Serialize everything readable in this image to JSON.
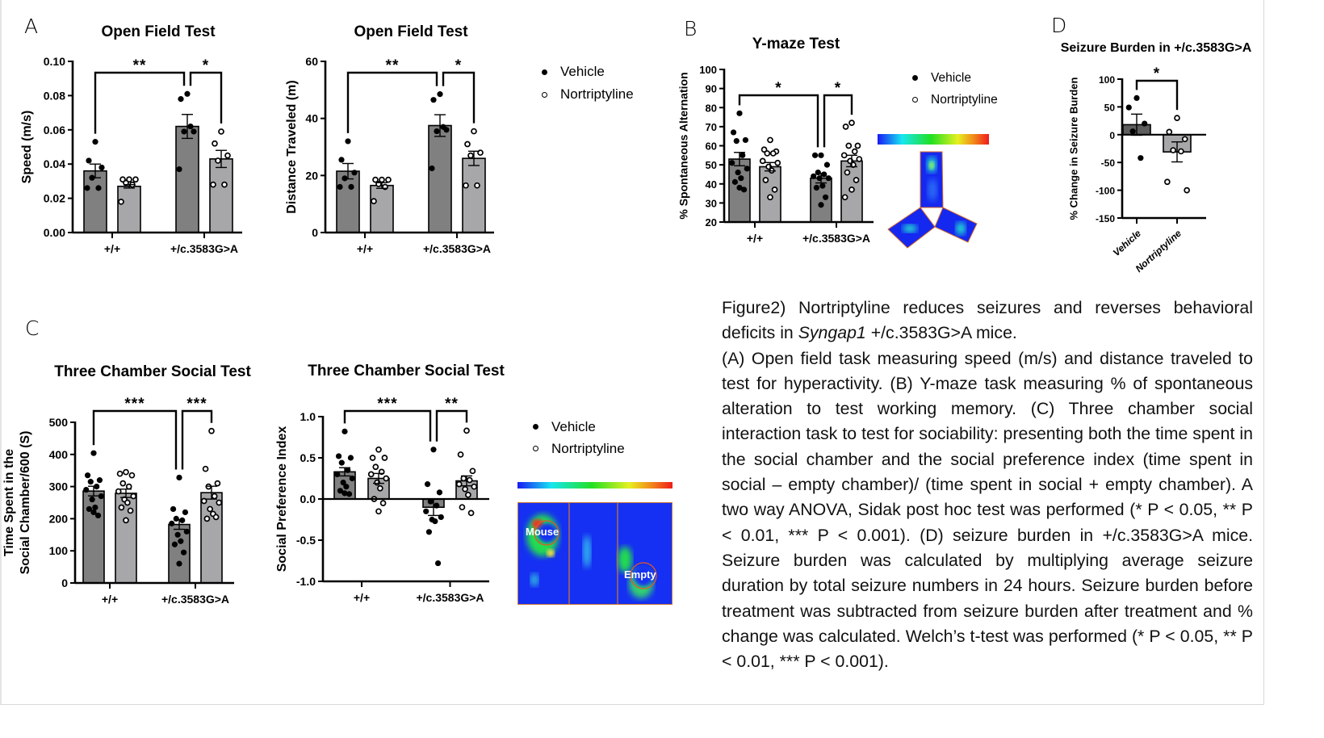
{
  "panels": {
    "a": "A",
    "b": "B",
    "c": "C",
    "d": "D"
  },
  "legend": {
    "vehicle": "Vehicle",
    "nortriptyline": "Nortriptyline"
  },
  "heatmap": {
    "social_label": "Mouse",
    "empty_label": "Empty"
  },
  "caption": {
    "title_pre": "Figure2) Nortriptyline reduces seizures and reverses behavioral deficits in ",
    "title_italic": "Syngap1",
    "title_post": " +/c.3583G>A mice.",
    "body": "(A) Open field task measuring speed (m/s) and distance traveled to test for hyperactivity. (B) Y-maze task measuring % of spontaneous alteration to test working memory. (C) Three chamber social interaction task to test for sociability: presenting both the time spent in the social chamber and the social preference index (time spent in social – empty chamber)/ (time spent in social + empty chamber). A two way ANOVA, Sidak post hoc test was performed (* P < 0.05, ** P < 0.01, *** P < 0.001). (D) seizure burden in +/c.3583G>A mice. Seizure burden was calculated by multiplying average seizure duration by total seizure numbers in 24 hours. Seizure burden before treatment was subtracted from seizure burden after treatment and % change was calculated. Welch’s t-test was performed (* P < 0.05, ** P < 0.01, *** P < 0.001)."
  },
  "colors": {
    "vehicle_bar": "#808080",
    "nortriptyline_bar": "#a7a7aa",
    "vehicle_bar_d": "#5e5e5e"
  },
  "chart_data": [
    {
      "id": "speed",
      "type": "bar",
      "title": "Open Field Test",
      "ylabel": [
        "Speed (m/s)"
      ],
      "ylim": [
        0,
        0.1
      ],
      "yticks": [
        "0.00",
        "0.02",
        "0.04",
        "0.06",
        "0.08",
        "0.10"
      ],
      "ytick_values": [
        0,
        0.02,
        0.04,
        0.06,
        0.08,
        0.1
      ],
      "groups": [
        "+/+",
        "+/c.3583G>A"
      ],
      "bars": [
        {
          "group": 0,
          "treatment": "Vehicle",
          "mean": 0.036,
          "sem": 0.004,
          "points": [
            0.053,
            0.042,
            0.038,
            0.032,
            0.026,
            0.026
          ]
        },
        {
          "group": 0,
          "treatment": "Nortriptyline",
          "mean": 0.027,
          "sem": 0.001,
          "points": [
            0.031,
            0.031,
            0.031,
            0.029,
            0.028,
            0.018
          ]
        },
        {
          "group": 1,
          "treatment": "Vehicle",
          "mean": 0.062,
          "sem": 0.007,
          "points": [
            0.081,
            0.078,
            0.059,
            0.059,
            0.062,
            0.037
          ]
        },
        {
          "group": 1,
          "treatment": "Nortriptyline",
          "mean": 0.043,
          "sem": 0.005,
          "points": [
            0.059,
            0.052,
            0.045,
            0.042,
            0.028,
            0.028
          ]
        }
      ],
      "significance": [
        {
          "from": 0,
          "to": 2,
          "label": "**"
        },
        {
          "from": 2,
          "to": 3,
          "label": "*"
        }
      ]
    },
    {
      "id": "distance",
      "type": "bar",
      "title": "Open Field Test",
      "ylabel": [
        "Distance Traveled (m)"
      ],
      "ylim": [
        0,
        60
      ],
      "yticks": [
        "0",
        "20",
        "40",
        "60"
      ],
      "ytick_values": [
        0,
        20,
        40,
        60
      ],
      "groups": [
        "+/+",
        "+/c.3583G>A"
      ],
      "bars": [
        {
          "group": 0,
          "treatment": "Vehicle",
          "mean": 21.5,
          "sem": 2.7,
          "points": [
            32,
            25.5,
            21,
            19,
            16,
            16
          ]
        },
        {
          "group": 0,
          "treatment": "Nortriptyline",
          "mean": 16.5,
          "sem": 1,
          "points": [
            18.5,
            18.5,
            18.5,
            17,
            16,
            11
          ]
        },
        {
          "group": 1,
          "treatment": "Vehicle",
          "mean": 37.5,
          "sem": 3.8,
          "points": [
            48.5,
            46.5,
            36,
            35.5,
            37,
            22.5
          ]
        },
        {
          "group": 1,
          "treatment": "Nortriptyline",
          "mean": 26,
          "sem": 2.5,
          "points": [
            35.5,
            31,
            28,
            27,
            16.5,
            16.5
          ]
        }
      ],
      "significance": [
        {
          "from": 0,
          "to": 2,
          "label": "**"
        },
        {
          "from": 2,
          "to": 3,
          "label": "*"
        }
      ]
    },
    {
      "id": "ymaze",
      "type": "bar",
      "title": "Y-maze Test",
      "ylabel": [
        "% Spontaneous Alternation"
      ],
      "ylim": [
        20,
        100
      ],
      "yticks": [
        "20",
        "30",
        "40",
        "50",
        "60",
        "70",
        "80",
        "90",
        "100"
      ],
      "ytick_values": [
        20,
        30,
        40,
        50,
        60,
        70,
        80,
        90,
        100
      ],
      "groups": [
        "+/+",
        "+/c.3583G>A"
      ],
      "bars": [
        {
          "group": 0,
          "treatment": "Vehicle",
          "mean": 53,
          "sem": 3.5,
          "points": [
            77,
            67,
            63,
            62.5,
            55,
            51,
            48,
            46,
            43,
            41,
            37,
            38
          ]
        },
        {
          "group": 0,
          "treatment": "Nortriptyline",
          "mean": 49,
          "sem": 2.2,
          "points": [
            63,
            58,
            57,
            56,
            56,
            52,
            51,
            49,
            47,
            42,
            37,
            33
          ]
        },
        {
          "group": 1,
          "treatment": "Vehicle",
          "mean": 43,
          "sem": 2.5,
          "points": [
            55,
            55,
            50,
            46,
            45,
            44,
            43,
            43,
            39,
            38,
            33,
            29
          ]
        },
        {
          "group": 1,
          "treatment": "Nortriptyline",
          "mean": 52,
          "sem": 3,
          "points": [
            72,
            70,
            60,
            60,
            57,
            55,
            53,
            52,
            50,
            46,
            42,
            37,
            33
          ]
        }
      ],
      "significance": [
        {
          "from": 0,
          "to": 2,
          "label": "*"
        },
        {
          "from": 2,
          "to": 3,
          "label": "*"
        }
      ]
    },
    {
      "id": "seizure",
      "type": "bar",
      "title": "Seizure Burden in +/c.3583G>A",
      "ylabel": [
        "% Change in Seizure Burden"
      ],
      "ylim": [
        -150,
        100
      ],
      "yticks": [
        "-150",
        "-100",
        "-50",
        "0",
        "50",
        "100"
      ],
      "ytick_values": [
        -150,
        -100,
        -50,
        0,
        50,
        100
      ],
      "groups": [
        "Vehicle",
        "Nortriptyline"
      ],
      "bars": [
        {
          "group": 0,
          "treatment": "Vehicle",
          "mean": 18,
          "sem": 19,
          "points": [
            66,
            49,
            20,
            6,
            -42
          ]
        },
        {
          "group": 1,
          "treatment": "Nortriptyline",
          "mean": -31,
          "sem": 18,
          "points": [
            30,
            5,
            -8,
            -28,
            -30,
            -85,
            -100
          ]
        }
      ],
      "significance": [
        {
          "from": 0,
          "to": 1,
          "label": "*"
        }
      ]
    },
    {
      "id": "social_time",
      "type": "bar",
      "title": "Three Chamber Social Test",
      "ylabel": [
        "Time Spent in the",
        "Social Chamber/600 (S)"
      ],
      "ylim": [
        0,
        500
      ],
      "yticks": [
        "0",
        "100",
        "200",
        "300",
        "400",
        "500"
      ],
      "ytick_values": [
        0,
        100,
        200,
        300,
        400,
        500
      ],
      "groups": [
        "+/+",
        "+/c.3583G>A"
      ],
      "bars": [
        {
          "group": 0,
          "treatment": "Vehicle",
          "mean": 286,
          "sem": 15,
          "points": [
            404,
            335,
            320,
            315,
            300,
            290,
            270,
            260,
            235,
            230,
            210,
            220
          ]
        },
        {
          "group": 0,
          "treatment": "Nortriptyline",
          "mean": 279,
          "sem": 13,
          "points": [
            345,
            340,
            335,
            310,
            300,
            285,
            270,
            260,
            250,
            235,
            225,
            195
          ]
        },
        {
          "group": 1,
          "treatment": "Vehicle",
          "mean": 182,
          "sem": 15,
          "points": [
            328,
            230,
            220,
            200,
            195,
            185,
            160,
            150,
            130,
            120,
            95,
            60
          ]
        },
        {
          "group": 1,
          "treatment": "Nortriptyline",
          "mean": 281,
          "sem": 20,
          "points": [
            473,
            355,
            310,
            300,
            270,
            255,
            250,
            230,
            215,
            200,
            205
          ]
        }
      ],
      "significance": [
        {
          "from": 0,
          "to": 2,
          "label": "***"
        },
        {
          "from": 2,
          "to": 3,
          "label": "***"
        }
      ]
    },
    {
      "id": "social_index",
      "type": "bar",
      "title": "Three Chamber Social Test",
      "ylabel": [
        "Social Preference Index"
      ],
      "ylim": [
        -1,
        1
      ],
      "yticks": [
        "-1.0",
        "-0.5",
        "0.0",
        "0.5",
        "1.0"
      ],
      "ytick_values": [
        -1,
        -0.5,
        0,
        0.5,
        1
      ],
      "groups": [
        "+/+",
        "+/c.3583G>A"
      ],
      "bars": [
        {
          "group": 0,
          "treatment": "Vehicle",
          "mean": 0.33,
          "sem": 0.05,
          "points": [
            0.82,
            0.52,
            0.5,
            0.44,
            0.35,
            0.3,
            0.25,
            0.2,
            0.15,
            0.1,
            0.06,
            0.07
          ]
        },
        {
          "group": 0,
          "treatment": "Nortriptyline",
          "mean": 0.25,
          "sem": 0.06,
          "points": [
            0.6,
            0.5,
            0.5,
            0.39,
            0.33,
            0.3,
            0.25,
            0.2,
            0.13,
            0.0,
            -0.05,
            -0.15
          ]
        },
        {
          "group": 1,
          "treatment": "Vehicle",
          "mean": -0.1,
          "sem": 0.1,
          "points": [
            0.6,
            0.18,
            0.08,
            -0.03,
            -0.08,
            -0.15,
            -0.22,
            -0.25,
            -0.27,
            -0.4,
            -0.78
          ]
        },
        {
          "group": 1,
          "treatment": "Nortriptyline",
          "mean": 0.22,
          "sem": 0.06,
          "points": [
            0.83,
            0.54,
            0.34,
            0.25,
            0.23,
            0.18,
            0.15,
            0.12,
            0.05,
            -0.1,
            -0.17
          ]
        }
      ],
      "significance": [
        {
          "from": 0,
          "to": 2,
          "label": "***"
        },
        {
          "from": 2,
          "to": 3,
          "label": "**"
        }
      ]
    }
  ]
}
